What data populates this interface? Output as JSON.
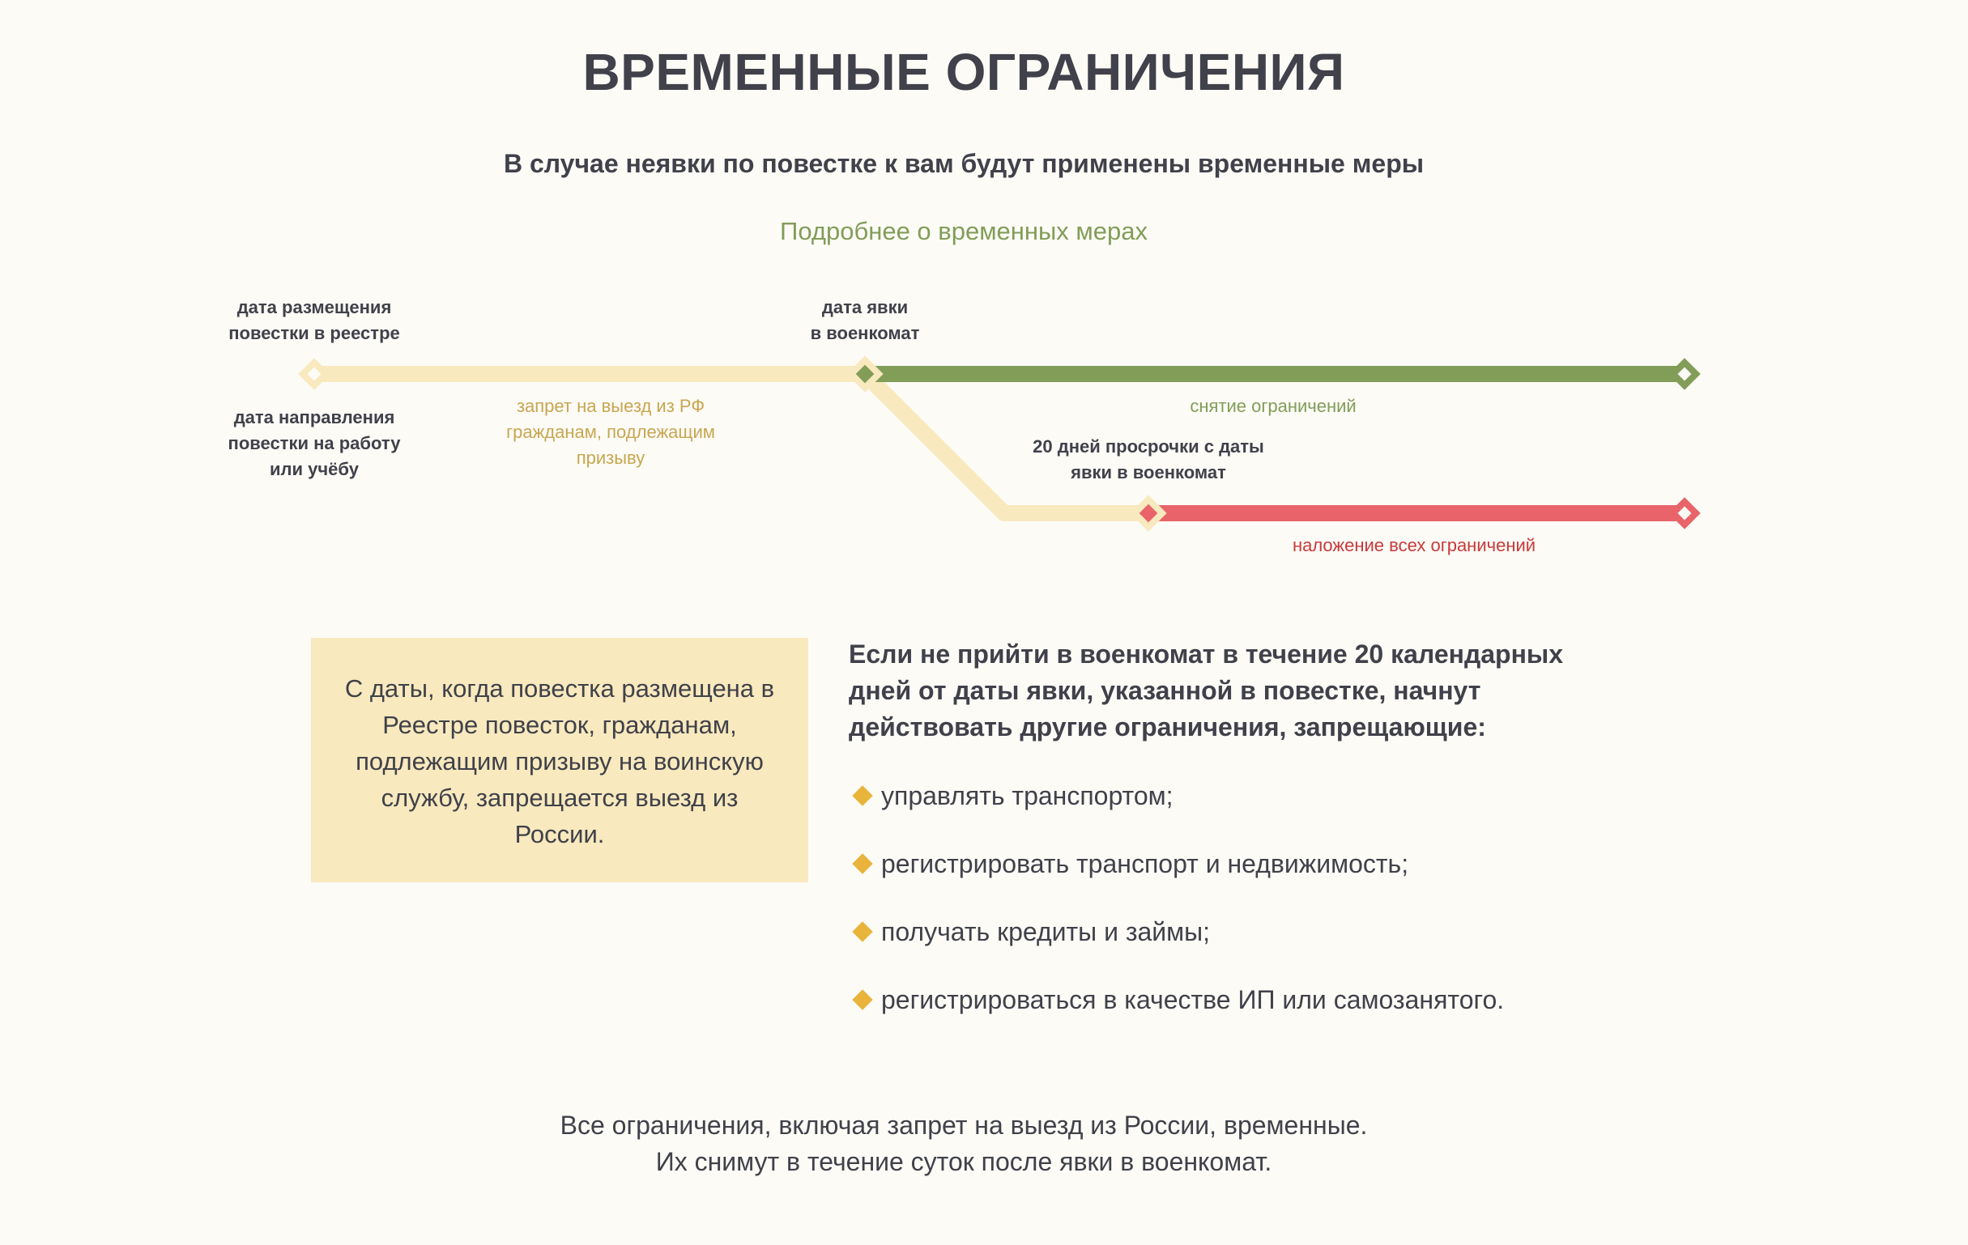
{
  "header": {
    "title": "ВРЕМЕННЫЕ ОГРАНИЧЕНИЯ",
    "subtitle": "В случае неявки по повестке к вам будут применены временные меры",
    "more_link": "Подробнее о временных мерах"
  },
  "timeline": {
    "label_registry_date": "дата размещения\nповестки в реестре",
    "label_sent_date": "дата направления\nповестки на работу\nили учёбу",
    "label_exit_ban": "запрет на выезд из РФ\nгражданам, подлежащим\nпризыву",
    "label_appearance_date": "дата явки\nв военкомат",
    "label_lifting": "снятие ограничений",
    "label_overdue": "20 дней просрочки с даты\nявки в военкомат",
    "label_all_restrictions": "наложение всех ограничений",
    "colors": {
      "yellow": "#f8e9be",
      "green": "#829d58",
      "red": "#e8646a"
    }
  },
  "info_box": {
    "text": "С даты, когда повестка размещена в Реестре повесток, гражданам, подлежащим призыву на воинскую службу, запрещается выезд из России."
  },
  "restrictions": {
    "heading": "Если не прийти в военкомат в течение 20 календарных дней от даты явки, указанной в повестке, начнут действовать другие ограничения, запрещающие:",
    "items": [
      "управлять транспортом;",
      "регистрировать транспорт и недвижимость;",
      "получать кредиты и займы;",
      "регистрироваться в качестве ИП или самозанятого."
    ],
    "bullet_color": "#e9b43c"
  },
  "footer": {
    "line1": "Все ограничения, включая запрет на выезд из России, временные.",
    "line2": "Их снимут в течение суток после явки в военкомат."
  }
}
